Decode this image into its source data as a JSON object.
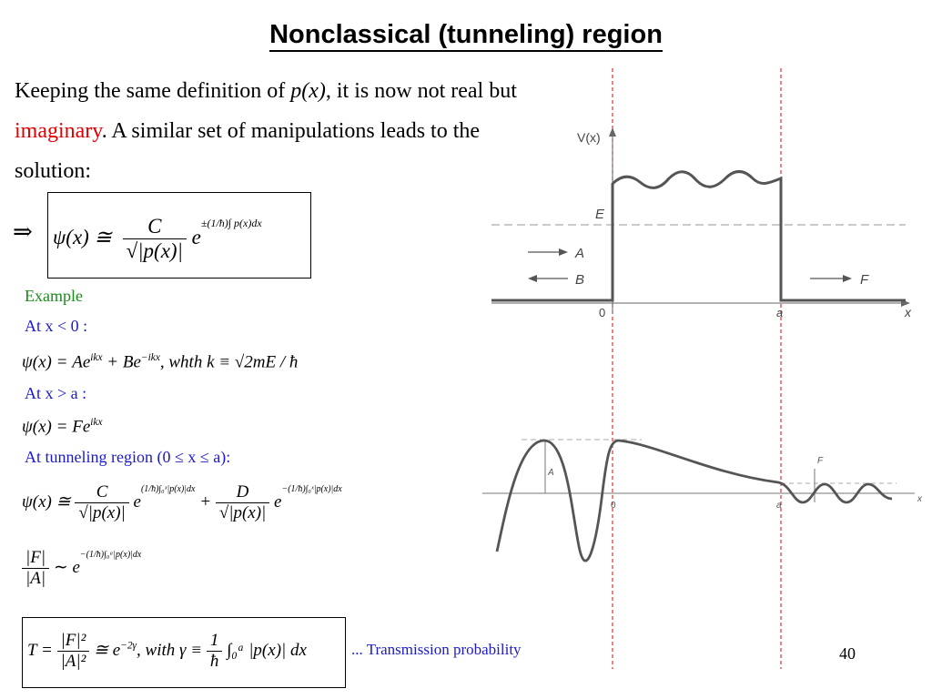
{
  "title": "Nonclassical (tunneling) region",
  "intro": {
    "part1": "Keeping the same definition of ",
    "px": "p(x)",
    "part2": ", it is now not real but ",
    "imaginary": "imaginary",
    "part3": ". A similar set of manipulations leads to the solution:"
  },
  "main_eq": {
    "implies": "⇒",
    "lhs": "ψ(x) ≅",
    "numerator": "C",
    "denominator": "√|p(x)|",
    "exp_base": "e",
    "exponent": "±(1/ħ)∫ p(x)dx"
  },
  "example": {
    "label": "Example",
    "at1": "At x < 0 :",
    "eq1": "ψ(x) = Ae",
    "eq1_sup1": "ikx",
    "eq1_mid": " + Be",
    "eq1_sup2": "−ikx",
    "eq1_tail": ",  whth k ≡ √2mE / ħ",
    "at2": "At x > a :",
    "eq2": "ψ(x) = Fe",
    "eq2_sup": "ikx",
    "at3": "At tunneling region (0 ≤ x ≤ a):",
    "eq3_lhs": "ψ(x) ≅",
    "eq3_num1": "C",
    "eq3_den1": "√|p(x)|",
    "eq3_exp1": "(1/ħ)∫₀ˣ|p(x)|dx",
    "eq3_plus": "+",
    "eq3_num2": "D",
    "eq3_den2": "√|p(x)|",
    "eq3_exp2": "−(1/ħ)∫₀ˣ|p(x)|dx",
    "ratio_num": "|F|",
    "ratio_den": "|A|",
    "ratio_sym": "∼",
    "ratio_exp": "−(1/ħ)∫₀ᵃ|p(x)|dx"
  },
  "transmission": {
    "lhs": "T =",
    "num": "|F|²",
    "den": "|A|²",
    "approx": "≅ e",
    "approx_sup": "−2γ",
    "with": ",  with γ ≡",
    "frac_num": "1",
    "frac_den": "ħ",
    "integral": "∫₀ᵃ |p(x)| dx",
    "note": "... Transmission probability"
  },
  "page_number": "40",
  "figure": {
    "vx_label": "V(x)",
    "e_label": "E",
    "a_arrow_label": "A",
    "b_arrow_label": "B",
    "f_arrow_label": "F",
    "zero_label": "0",
    "a_label": "a",
    "x_label": "x",
    "lower_A": "A",
    "lower_F": "F",
    "lower_zero": "0",
    "lower_a": "a",
    "lower_x": "x"
  },
  "colors": {
    "red_text": "#e00000",
    "green_text": "#1a8a1a",
    "blue_text": "#1a1acc",
    "guide_line": "#e03030",
    "plot": "#555555"
  }
}
